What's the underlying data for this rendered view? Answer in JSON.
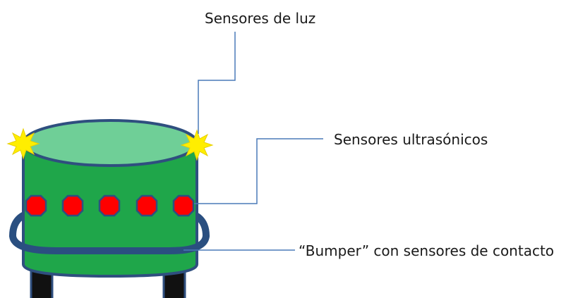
{
  "labels": {
    "light_sensors": "Sensores de luz",
    "ultrasonic_sensors": "Sensores ultrasónicos",
    "bumper": "“Bumper” con sensores de contacto"
  },
  "colors": {
    "body_green": "#1fa64a",
    "top_green": "#6fcf97",
    "outline_blue": "#2f4f7f",
    "bumper_blue": "#2a4f80",
    "sensor_red": "#ff0000",
    "light_yellow": "#ffee00",
    "leader_line": "#4a7ab8",
    "wheel_black": "#111111"
  }
}
